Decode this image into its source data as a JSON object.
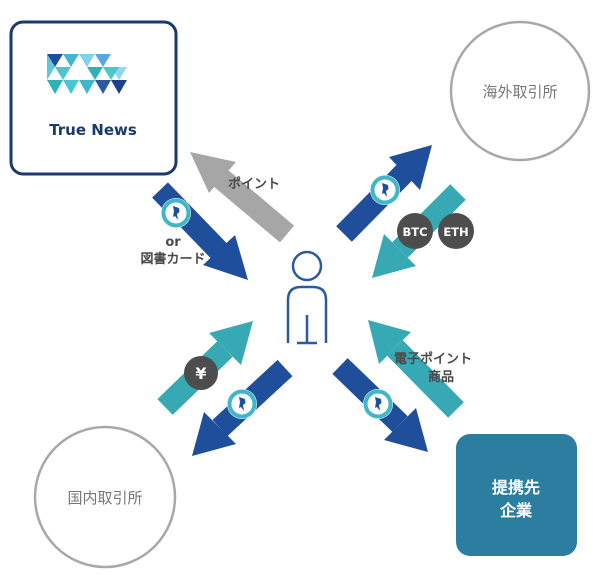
{
  "nodes": {
    "true_news": {
      "brand_name": "True News"
    },
    "overseas_exchange": {
      "label": "海外取引所"
    },
    "domestic_exchange": {
      "label": "国内取引所"
    },
    "partner_company": {
      "line1": "提携先",
      "line2": "企業"
    }
  },
  "labels": {
    "points": "ポイント",
    "or": "or",
    "library_card": "図書カード",
    "e_points": "電子ポイント",
    "products": "商品"
  },
  "badges": {
    "btc": "BTC",
    "eth": "ETH",
    "yen": "¥"
  },
  "colors": {
    "navy": "#1f4e9a",
    "teal": "#36a9b5",
    "gray_arrow": "#a6a6a6",
    "box_border": "#1a3a6b",
    "circle_border": "#a8a8a8",
    "partner_fill": "#2b7ea0",
    "badge_dark": "#4d4d4d",
    "person_stroke": "#2c5aa0"
  },
  "icons": [
    "token-icon",
    "person-icon",
    "truenews-logo-icon"
  ]
}
